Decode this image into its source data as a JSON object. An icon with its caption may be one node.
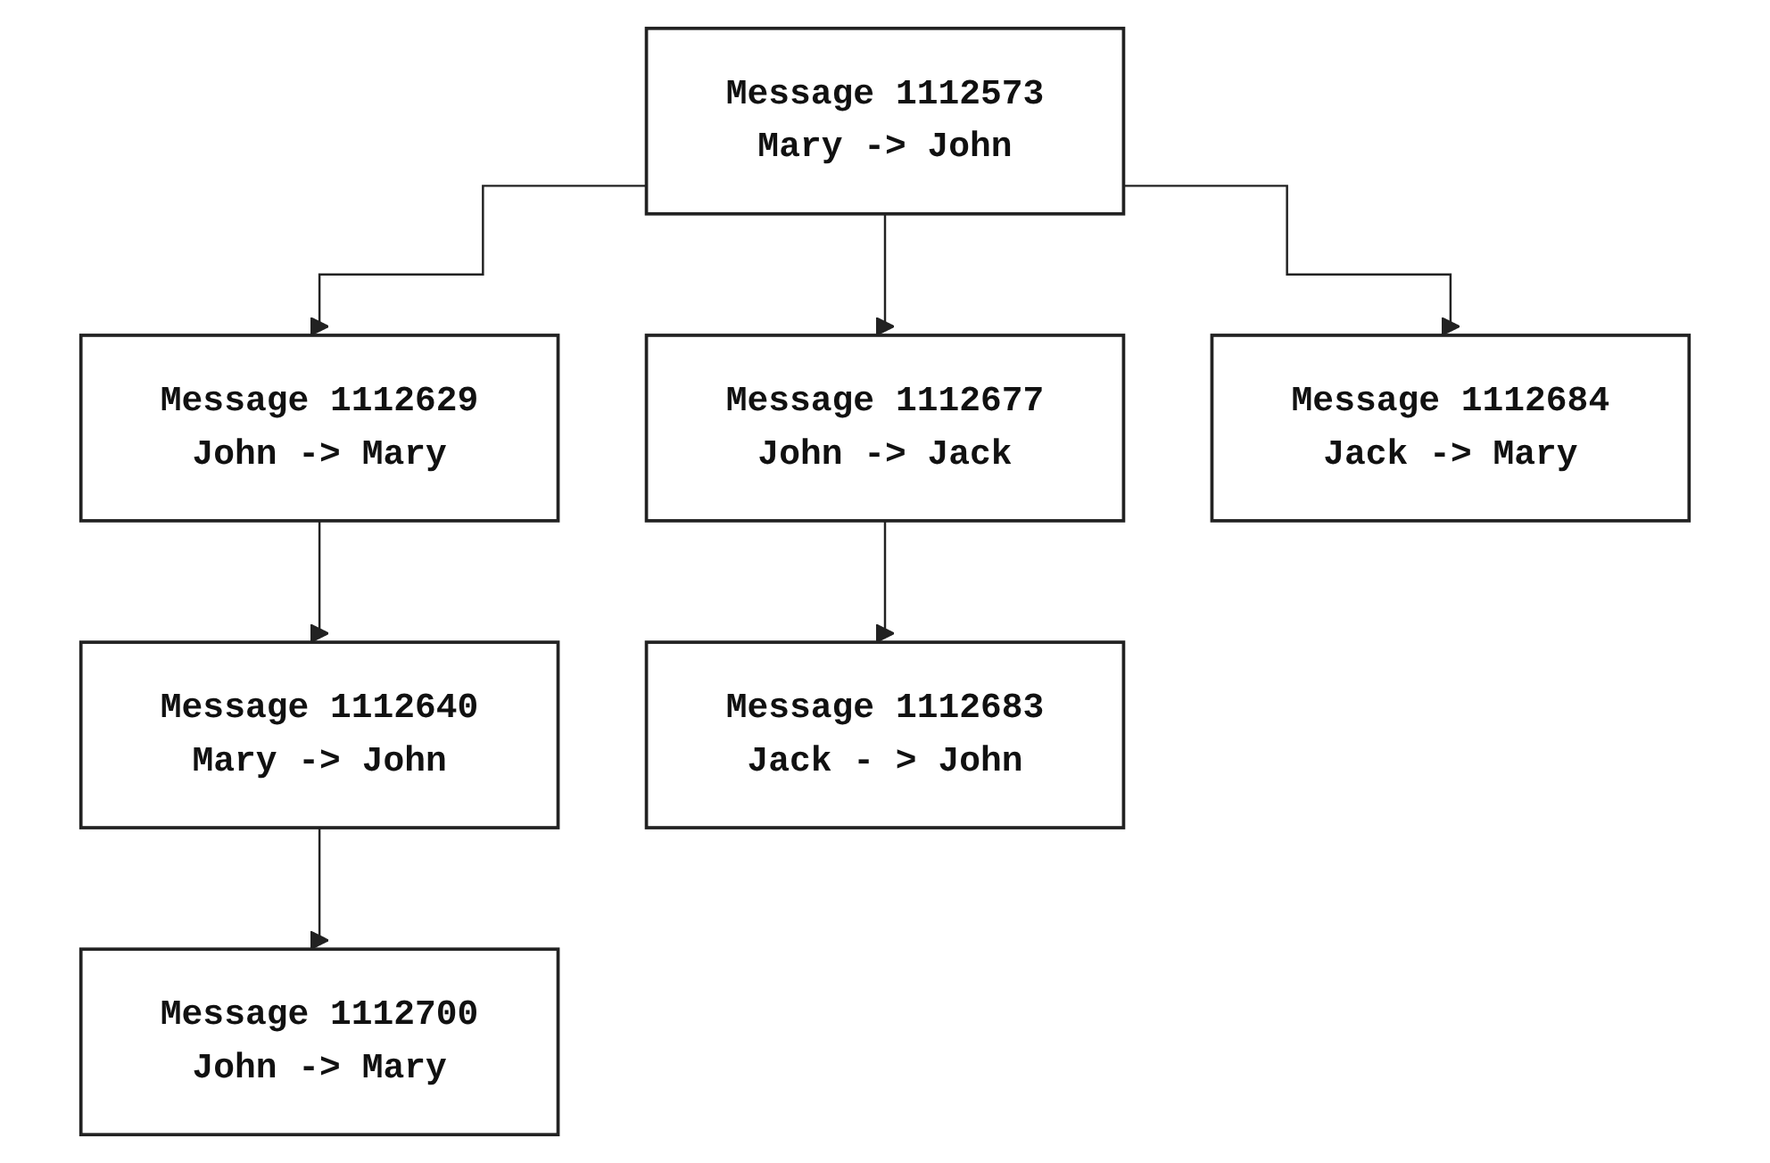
{
  "diagram": {
    "nodes": [
      {
        "text": [
          "Message 1112573",
          "Mary -> John"
        ]
      },
      {
        "text": [
          "Message 1112629",
          "John -> Mary"
        ]
      },
      {
        "text": [
          "Message 1112677",
          "John -> Jack"
        ]
      },
      {
        "text": [
          "Message 1112684",
          "Jack -> Mary"
        ]
      },
      {
        "text": [
          "Message 1112640",
          "Mary -> John"
        ]
      },
      {
        "text": [
          "Message 1112683",
          "Jack - > John"
        ]
      },
      {
        "text": [
          "Message 1112700",
          "John -> Mary"
        ]
      }
    ],
    "edges": [
      {
        "from": 0,
        "to": 1,
        "arrow": "to"
      },
      {
        "from": 0,
        "to": 2,
        "arrow": "to"
      },
      {
        "from": 0,
        "to": 3,
        "arrow": "to"
      },
      {
        "from": 1,
        "to": 4,
        "arrow": "to"
      },
      {
        "from": 2,
        "to": 5,
        "arrow": "to"
      },
      {
        "from": 4,
        "to": 6,
        "arrow": "to"
      }
    ]
  }
}
